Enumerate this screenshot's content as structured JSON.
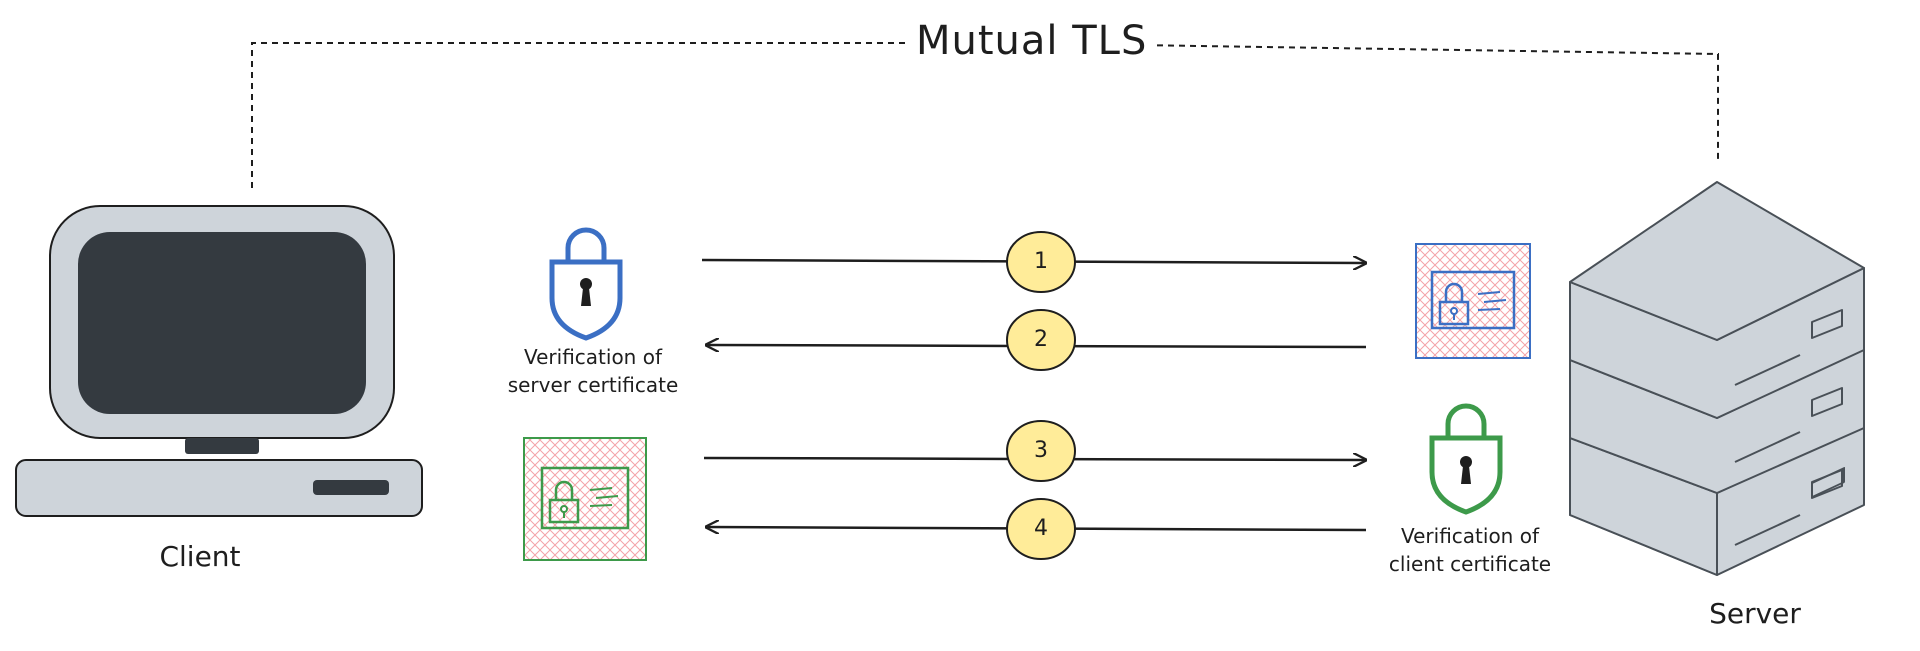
{
  "title": "Mutual TLS",
  "client": {
    "label": "Client"
  },
  "server": {
    "label": "Server"
  },
  "verification_server": {
    "line1": "Verification of",
    "line2": "server certificate"
  },
  "verification_client": {
    "line1": "Verification of",
    "line2": "client certificate"
  },
  "steps": [
    "1",
    "2",
    "3",
    "4"
  ],
  "colors": {
    "ink": "#1e1e1e",
    "device_fill": "#ced4da",
    "screen": "#343a40",
    "step_fill": "#ffec99",
    "lock_blue": "#3b6fc4",
    "lock_green": "#3d9a4a",
    "hatch": "#f4a3a8"
  }
}
